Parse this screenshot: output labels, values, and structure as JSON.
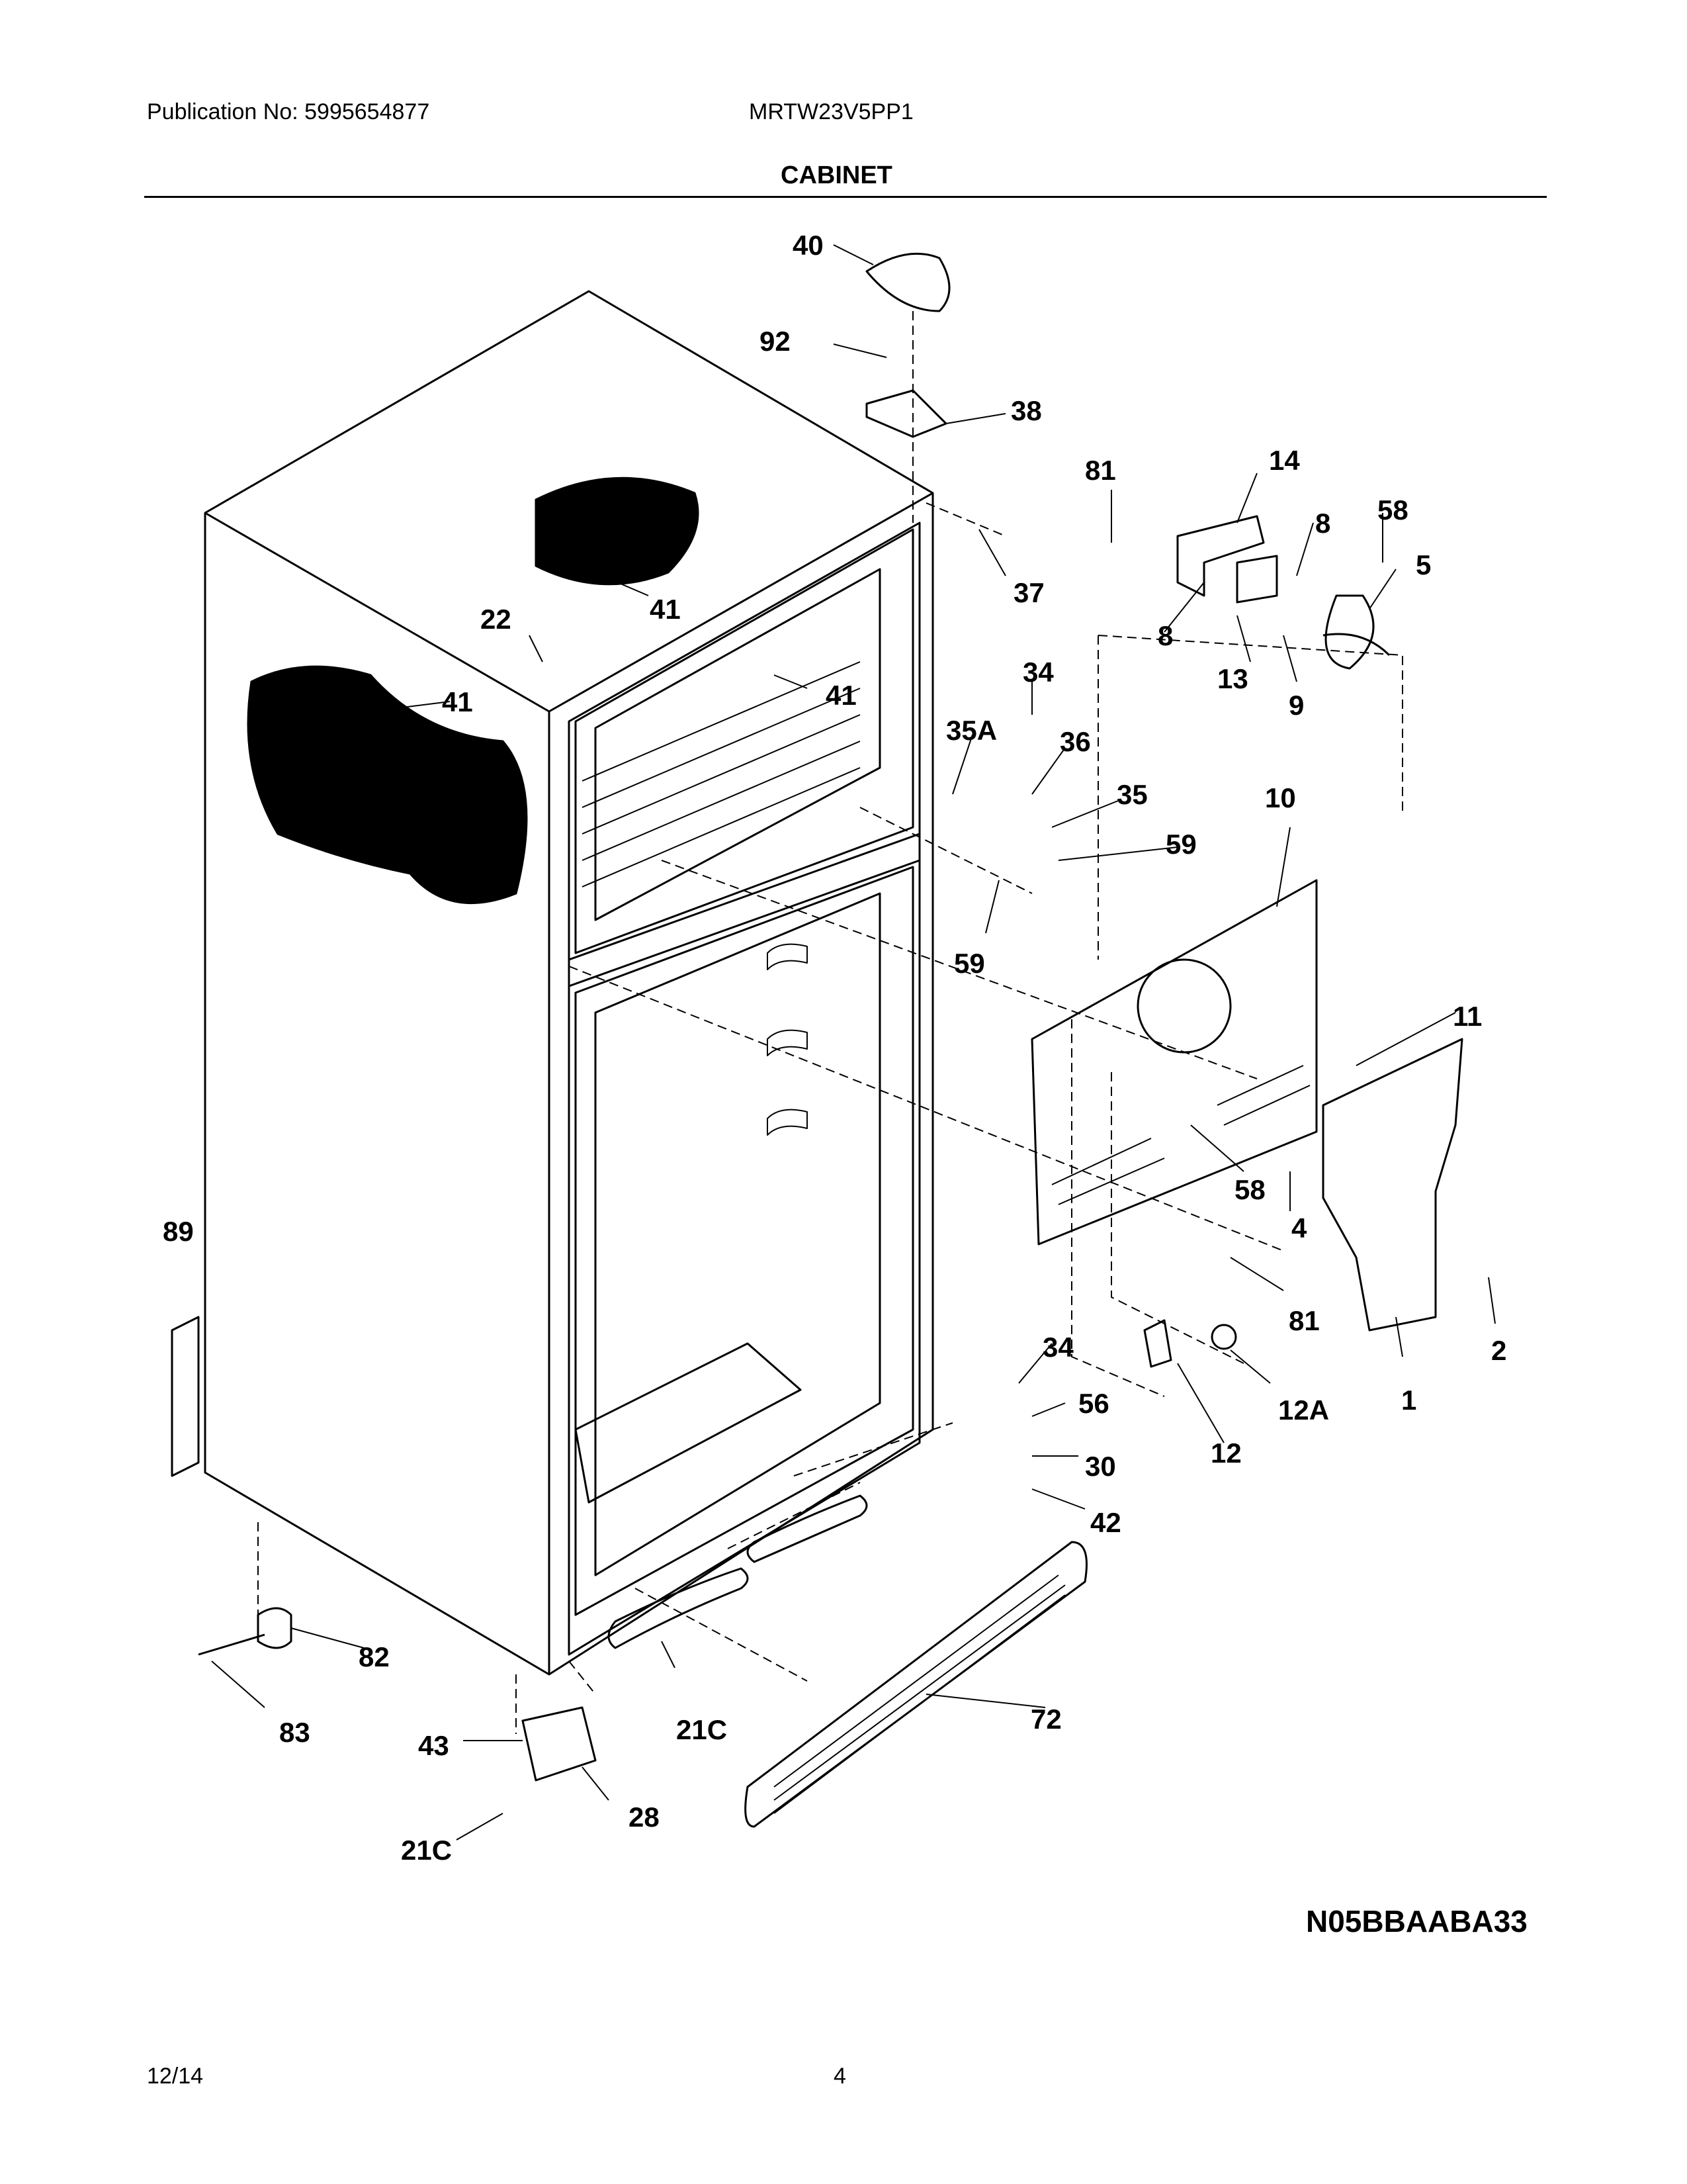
{
  "header": {
    "publication": "Publication No: 5995654877",
    "model": "MRTW23V5PP1",
    "section_title": "CABINET"
  },
  "diagram_code": "N05BBAABA33",
  "footer": {
    "date": "12/14",
    "page": "4"
  },
  "callouts": [
    {
      "id": "c40",
      "text": "40"
    },
    {
      "id": "c92",
      "text": "92"
    },
    {
      "id": "c38",
      "text": "38"
    },
    {
      "id": "c81a",
      "text": "81"
    },
    {
      "id": "c14",
      "text": "14"
    },
    {
      "id": "c8a",
      "text": "8"
    },
    {
      "id": "c58a",
      "text": "58"
    },
    {
      "id": "c5",
      "text": "5"
    },
    {
      "id": "c37",
      "text": "37"
    },
    {
      "id": "c8b",
      "text": "8"
    },
    {
      "id": "c13",
      "text": "13"
    },
    {
      "id": "c9",
      "text": "9"
    },
    {
      "id": "c22",
      "text": "22"
    },
    {
      "id": "c41a",
      "text": "41"
    },
    {
      "id": "c41b",
      "text": "41"
    },
    {
      "id": "c41c",
      "text": "41"
    },
    {
      "id": "c34a",
      "text": "34"
    },
    {
      "id": "c35A",
      "text": "35A"
    },
    {
      "id": "c36",
      "text": "36"
    },
    {
      "id": "c35",
      "text": "35"
    },
    {
      "id": "c10",
      "text": "10"
    },
    {
      "id": "c59a",
      "text": "59"
    },
    {
      "id": "c59b",
      "text": "59"
    },
    {
      "id": "c11",
      "text": "11"
    },
    {
      "id": "c58b",
      "text": "58"
    },
    {
      "id": "c4",
      "text": "4"
    },
    {
      "id": "c89",
      "text": "89"
    },
    {
      "id": "c81b",
      "text": "81"
    },
    {
      "id": "c2",
      "text": "2"
    },
    {
      "id": "c34b",
      "text": "34"
    },
    {
      "id": "c56",
      "text": "56"
    },
    {
      "id": "c12A",
      "text": "12A"
    },
    {
      "id": "c1",
      "text": "1"
    },
    {
      "id": "c12",
      "text": "12"
    },
    {
      "id": "c30",
      "text": "30"
    },
    {
      "id": "c42",
      "text": "42"
    },
    {
      "id": "c82",
      "text": "82"
    },
    {
      "id": "c83",
      "text": "83"
    },
    {
      "id": "c21Ca",
      "text": "21C"
    },
    {
      "id": "c72",
      "text": "72"
    },
    {
      "id": "c43",
      "text": "43"
    },
    {
      "id": "c28",
      "text": "28"
    },
    {
      "id": "c21Cb",
      "text": "21C"
    }
  ]
}
